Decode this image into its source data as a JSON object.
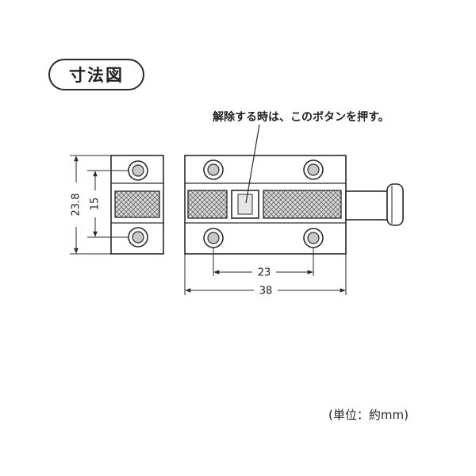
{
  "title": "寸法図",
  "callout": "解除する時は、このボタンを押す。",
  "unit_note": "(単位：約mm)",
  "dimensions": {
    "height_total": "23.8",
    "hole_pitch_vertical": "15",
    "hole_pitch_horizontal": "23",
    "width_total": "38"
  },
  "colors": {
    "stroke": "#2a2a2a",
    "part_fill": "#ffffff",
    "knurl_fill": "#d9d9d9",
    "hole_shade": "#c8c8c8"
  }
}
